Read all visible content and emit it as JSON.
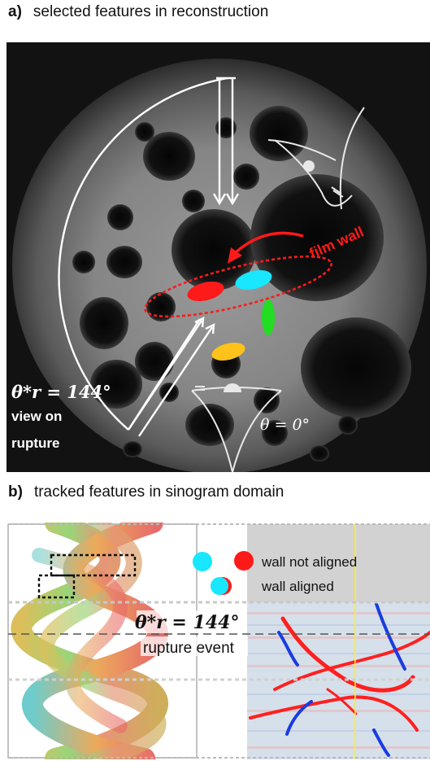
{
  "panel_a": {
    "label": "a)",
    "title": "selected features in reconstruction",
    "film_wall_label": "film wall",
    "theta_r_label": "θ*r = 144°",
    "view_on_label": "view on",
    "rupture_label": "rupture",
    "theta_zero_label": "θ = 0°"
  },
  "panel_b": {
    "label": "b)",
    "title": "tracked features in sinogram domain",
    "legend_not_aligned": "wall not aligned",
    "legend_aligned": "wall aligned",
    "theta_r_label": "θ*r = 144°",
    "rupture_event_label": "rupture event"
  },
  "colors": {
    "red": "#ff1a1a",
    "cyan": "#19e6ff",
    "green": "#22dd22",
    "orange": "#ffc21a",
    "white": "#ffffff",
    "yellow_line": "#ffee22"
  }
}
